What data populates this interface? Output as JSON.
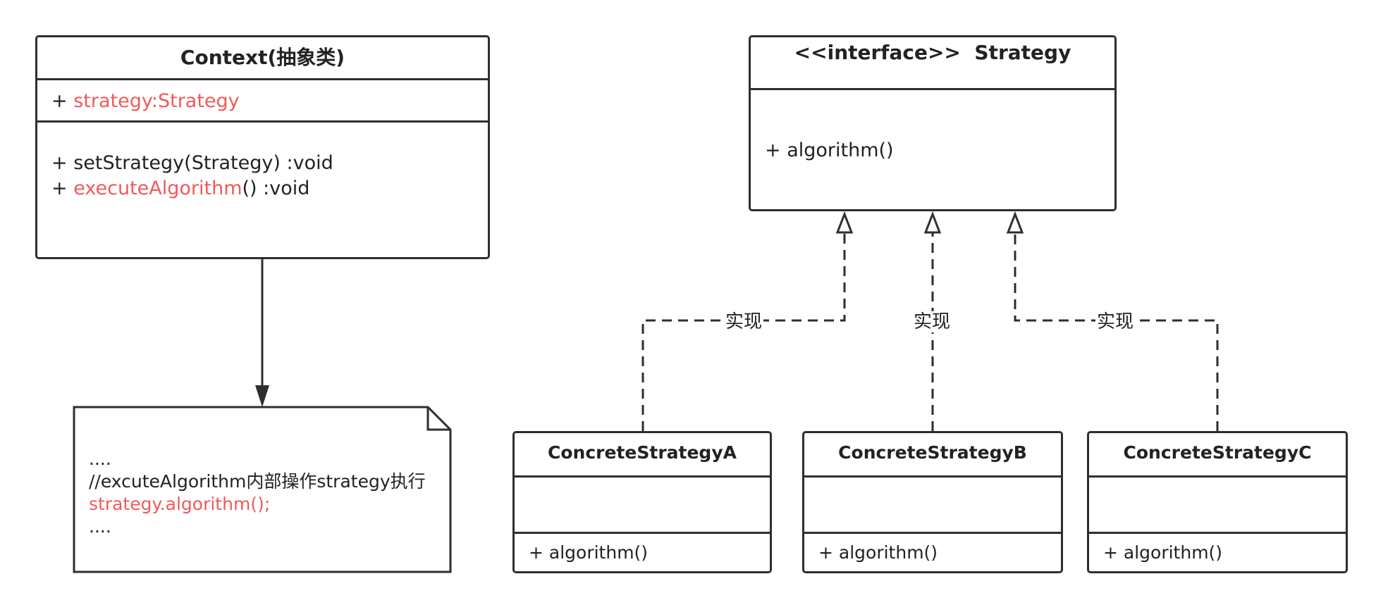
{
  "colors": {
    "stroke": "#2e2e2e",
    "highlight": "#f05a5a",
    "text": "#222222"
  },
  "context": {
    "title": "Context(抽象类)",
    "attr_prefix": "+ ",
    "attr_name": "strategy:Strategy",
    "method1": "+ setStrategy(Strategy) :void",
    "method2_prefix": "+ ",
    "method2_name": "executeAlgorithm",
    "method2_suffix": "() :void"
  },
  "strategy": {
    "title": "<<interface>>  Strategy",
    "method": "+ algorithm()"
  },
  "concrete": [
    {
      "title": "ConcreteStrategyA",
      "method": "+ algorithm()"
    },
    {
      "title": "ConcreteStrategyB",
      "method": "+ algorithm()"
    },
    {
      "title": "ConcreteStrategyC",
      "method": "+ algorithm()"
    }
  ],
  "realize_labels": [
    "实现",
    "实现",
    "实现"
  ],
  "note": {
    "line1": "....",
    "line2": "//excuteAlgorithm内部操作strategy执行",
    "line3": "strategy.algorithm();",
    "line4": "...."
  }
}
